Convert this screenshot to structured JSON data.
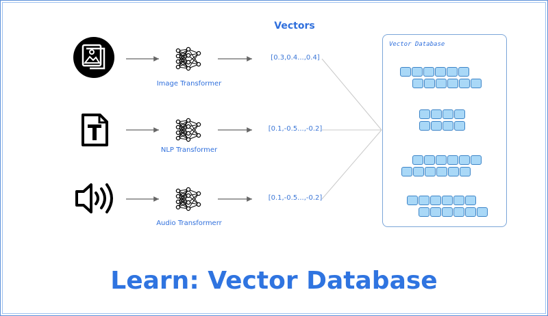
{
  "title": "Learn: Vector Database",
  "vectors_heading": "Vectors",
  "database_label": "Vector Database",
  "rows": [
    {
      "icon": "image-gallery-icon",
      "transformer": "Image Transformer",
      "vector": "[0.3,0.4...,0.4]"
    },
    {
      "icon": "text-document-icon",
      "transformer": "NLP Transformer",
      "vector": "[0.1,-0.5...,-0.2]"
    },
    {
      "icon": "speaker-sound-icon",
      "transformer": "Audio Transformerr",
      "vector": "[0.1,-0.5...,-0.2]"
    }
  ],
  "colors": {
    "accent": "#2f74e0",
    "vector_cell_fill": "#a9d8f7",
    "vector_cell_border": "#3c84c7",
    "arrow": "#666666"
  }
}
